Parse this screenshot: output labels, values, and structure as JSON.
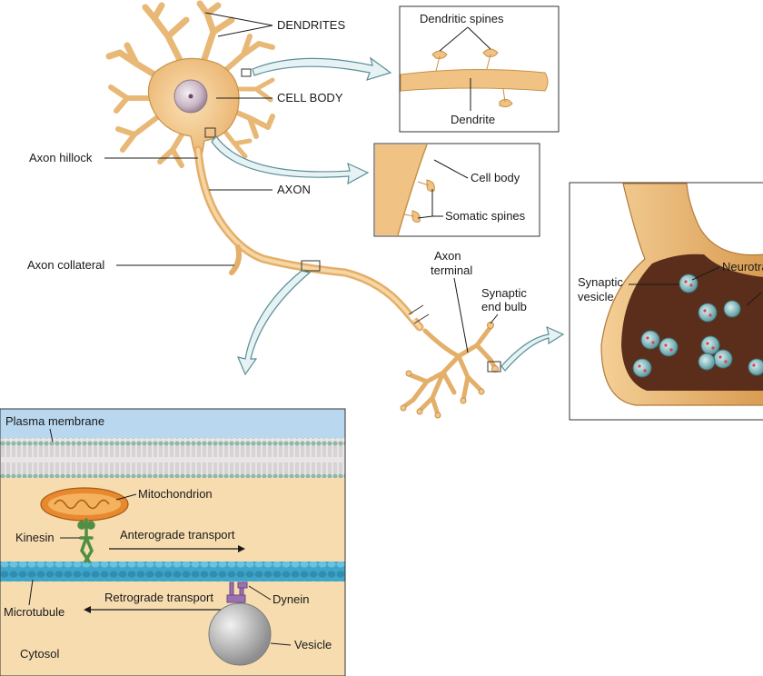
{
  "labels": {
    "dendrites": "DENDRITES",
    "cell_body": "CELL BODY",
    "axon": "AXON",
    "axon_hillock": "Axon hillock",
    "axon_collateral": "Axon collateral",
    "axon_terminal_1": "Axon",
    "axon_terminal_2": "terminal",
    "synaptic_end_bulb_1": "Synaptic",
    "synaptic_end_bulb_2": "end bulb"
  },
  "inset_dendrite": {
    "spines": "Dendritic spines",
    "dendrite": "Dendrite"
  },
  "inset_soma": {
    "cell_body": "Cell body",
    "somatic_spines": "Somatic spines"
  },
  "inset_synapse": {
    "vesicle_1": "Synaptic",
    "vesicle_2": "vesicle",
    "neurotransmitter": "Neurotra"
  },
  "transport_panel": {
    "plasma_membrane": "Plasma membrane",
    "mitochondrion": "Mitochondrion",
    "kinesin": "Kinesin",
    "anterograde": "Anterograde transport",
    "retrograde": "Retrograde transport",
    "dynein": "Dynein",
    "microtubule": "Microtubule",
    "vesicle": "Vesicle",
    "cytosol": "Cytosol"
  },
  "colors": {
    "neuron_fill": "#f2c68a",
    "neuron_stroke": "#c8924a",
    "panel_cytosol": "#f7dcb0",
    "panel_membrane_band": "#b9d7ee",
    "microtubule": "#3fa6c9",
    "mitochondrion": "#e8892f",
    "kinesin": "#4f8f45",
    "dynein": "#9b72b0",
    "vesicle": "#b8b8b8",
    "arrow_fill": "#e6f2f4",
    "arrow_stroke": "#5a8f96",
    "synapse_lumen": "#5a2e1a"
  }
}
